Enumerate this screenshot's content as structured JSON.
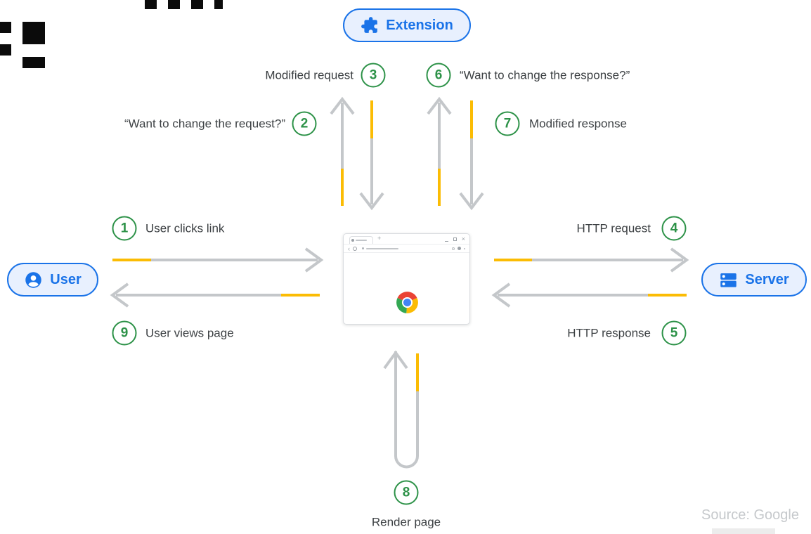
{
  "nodes": {
    "extension": "Extension",
    "user": "User",
    "server": "Server"
  },
  "steps": [
    {
      "num": "1",
      "label": "User clicks link"
    },
    {
      "num": "2",
      "label": "“Want to change the request?”"
    },
    {
      "num": "3",
      "label": "Modified request"
    },
    {
      "num": "4",
      "label": "HTTP request"
    },
    {
      "num": "5",
      "label": "HTTP response"
    },
    {
      "num": "6",
      "label": "“Want to change the response?”"
    },
    {
      "num": "7",
      "label": "Modified response"
    },
    {
      "num": "8",
      "label": "Render page"
    },
    {
      "num": "9",
      "label": "User views page"
    }
  ],
  "source_credit": "Source: Google",
  "colors": {
    "accent_blue": "#1a73e8",
    "pill_background": "#e8f0fe",
    "step_green": "#2d9248",
    "arrow_gray": "#c4c7ca",
    "highlight_yellow": "#fbbc04",
    "label_gray": "#3c4043",
    "source_gray": "#c6c9cc",
    "chrome_red": "#ea4335",
    "chrome_green": "#34a853",
    "chrome_yellow": "#fbbc04",
    "chrome_blue": "#4285f4"
  }
}
